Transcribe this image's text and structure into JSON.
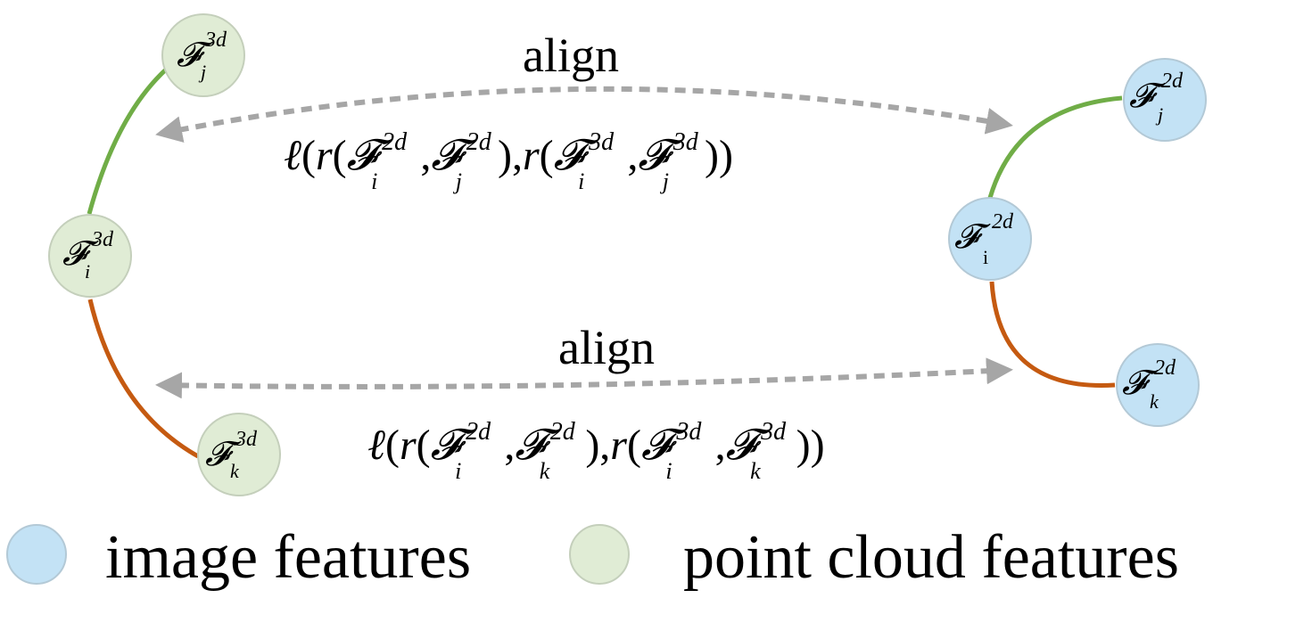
{
  "colors": {
    "image_node_fill": "#c3e2f5",
    "image_node_stroke": "#b3c9d6",
    "point_node_fill": "#e0ecd5",
    "point_node_stroke": "#c4cfbb",
    "green_edge": "#70ad47",
    "orange_edge": "#c55a11",
    "arrow_gray": "#a6a6a6",
    "text": "#000000"
  },
  "top_label": "align",
  "bottom_label": "align",
  "nodes": {
    "left": {
      "j": {
        "symbol": "𝓕",
        "sup": "3d",
        "sub": "j"
      },
      "i": {
        "symbol": "𝓕",
        "sup": "3d",
        "sub": "i"
      },
      "k": {
        "symbol": "𝓕",
        "sup": "3d",
        "sub": "k"
      }
    },
    "right": {
      "j": {
        "symbol": "𝓕",
        "sup": "2d",
        "sub": "j"
      },
      "i": {
        "symbol": "𝓕",
        "sup": "2d",
        "sub": "i"
      },
      "k": {
        "symbol": "𝓕",
        "sup": "2d",
        "sub": "k"
      }
    }
  },
  "formula_top": {
    "loss": "ℓ",
    "r": "r",
    "open": "(",
    "close": ")",
    "comma": ",",
    "symbol": "𝓕",
    "sup_a": "2d",
    "sup_b": "3d",
    "sub_1": "i",
    "sub_2": "j"
  },
  "formula_bottom": {
    "loss": "ℓ",
    "r": "r",
    "open": "(",
    "close": ")",
    "comma": ",",
    "symbol": "𝓕",
    "sup_a": "2d",
    "sup_b": "3d",
    "sub_1": "i",
    "sub_2": "k"
  },
  "legend": {
    "image": "image features",
    "point": "point cloud features"
  }
}
